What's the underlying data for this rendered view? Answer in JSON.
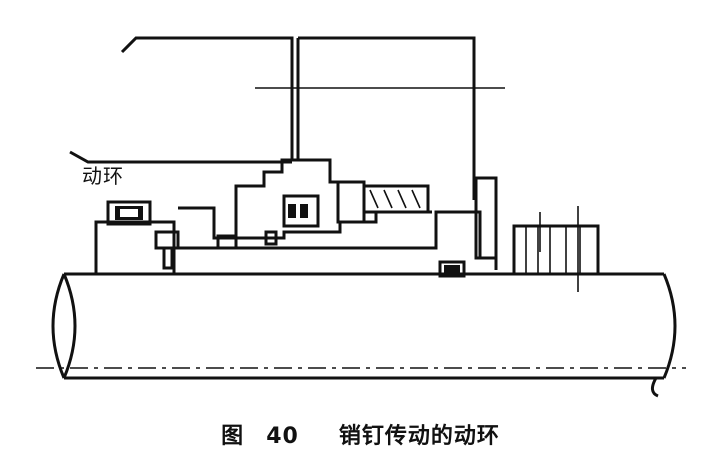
{
  "labels": {
    "moving_ring": "动环"
  },
  "caption": {
    "prefix": "图",
    "number": "40",
    "title": "销钉传动的动环"
  },
  "colors": {
    "ink": "#111111",
    "background": "#ffffff"
  }
}
